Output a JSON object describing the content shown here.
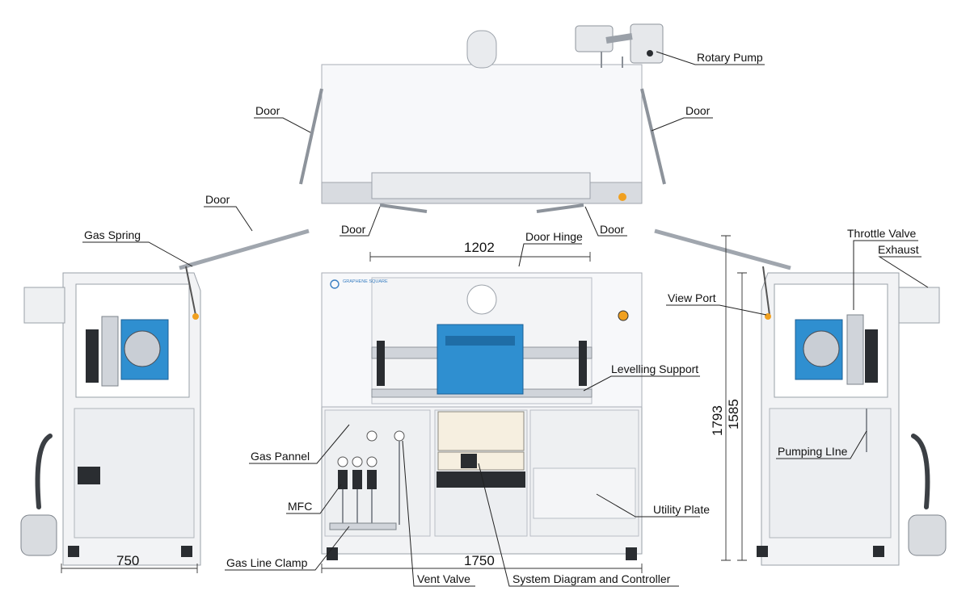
{
  "brand": {
    "logo_text": "GRAPHENE SQUARE"
  },
  "labels": {
    "rotary_pump": "Rotary Pump",
    "door_top_left": "Door",
    "door_top_right": "Door",
    "door_front_left": "Door",
    "door_front_right": "Door",
    "door_side_left": "Door",
    "gas_spring": "Gas Spring",
    "door_hinge": "Door Hinge",
    "throttle_valve": "Throttle Valve",
    "exhaust": "Exhaust",
    "view_port": "View Port",
    "levelling_support": "Levelling Support",
    "gas_pannel": "Gas Pannel",
    "pumping_line": "Pumping LIne",
    "mfc": "MFC",
    "utility_plate": "Utility Plate",
    "gas_line_clamp": "Gas Line Clamp",
    "vent_valve": "Vent Valve",
    "system_diagram_controller": "System Diagram and Controller"
  },
  "dimensions": {
    "front_width": "1202",
    "overall_width": "1750",
    "side_depth": "750",
    "height_overall": "1793",
    "height_body": "1585"
  },
  "colors": {
    "furnace_blue": "#2f8fd0",
    "frame": "#f2f3f5",
    "accent_orange": "#f0a020"
  }
}
